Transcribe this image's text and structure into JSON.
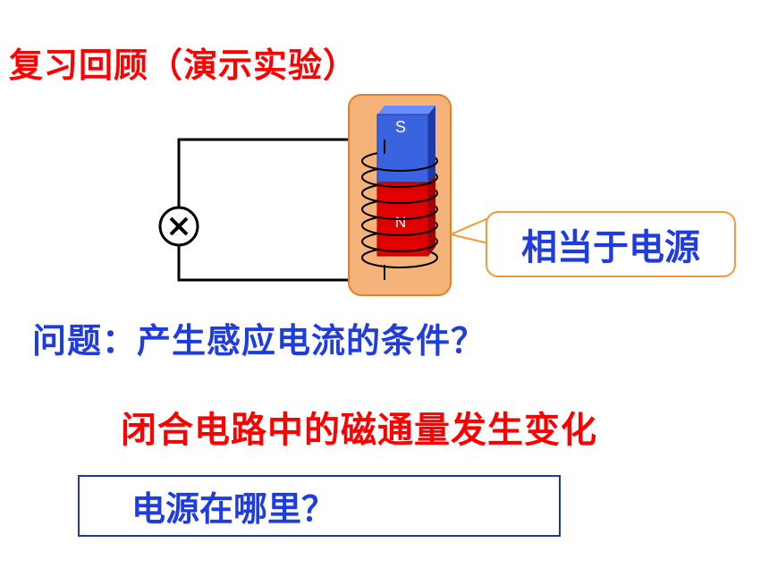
{
  "title": "复习回顾（演示实验）",
  "magnet": {
    "top_pole": "S",
    "bottom_pole": "N"
  },
  "callout": "相当于电源",
  "question": "问题：产生感应电流的条件？",
  "answer": "闭合电路中的磁通量发生变化",
  "source_box": "电源在哪里？",
  "colors": {
    "title_red": "#ff0000",
    "text_blue": "#1f3ce0",
    "highlight_orange": "#f5b37a",
    "magnet_blue": "#3a63e0",
    "magnet_red": "#e00000",
    "box_border": "#1b3b9a"
  }
}
